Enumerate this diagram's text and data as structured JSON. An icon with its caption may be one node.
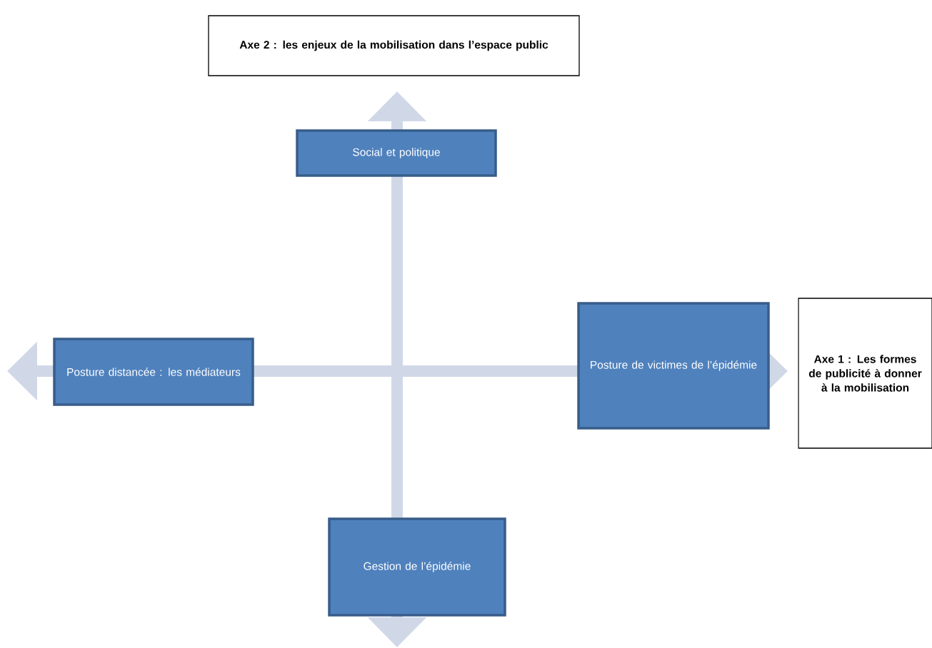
{
  "diagram": {
    "nodes": [
      {
        "text": [
          "Axe 2 : les enjeux de la mobilisation dans l’espace public"
        ]
      },
      {
        "text": [
          "Social et politique"
        ]
      },
      {
        "text": [
          "Posture distancée : les médiateurs"
        ]
      },
      {
        "text": [
          "Posture de victimes de l’épidémie"
        ]
      },
      {
        "text": [
          "Axe 1 : Les formes de publicité à donner à la mobilisation"
        ]
      },
      {
        "text": [
          "Gestion de l’épidémie"
        ]
      }
    ]
  }
}
